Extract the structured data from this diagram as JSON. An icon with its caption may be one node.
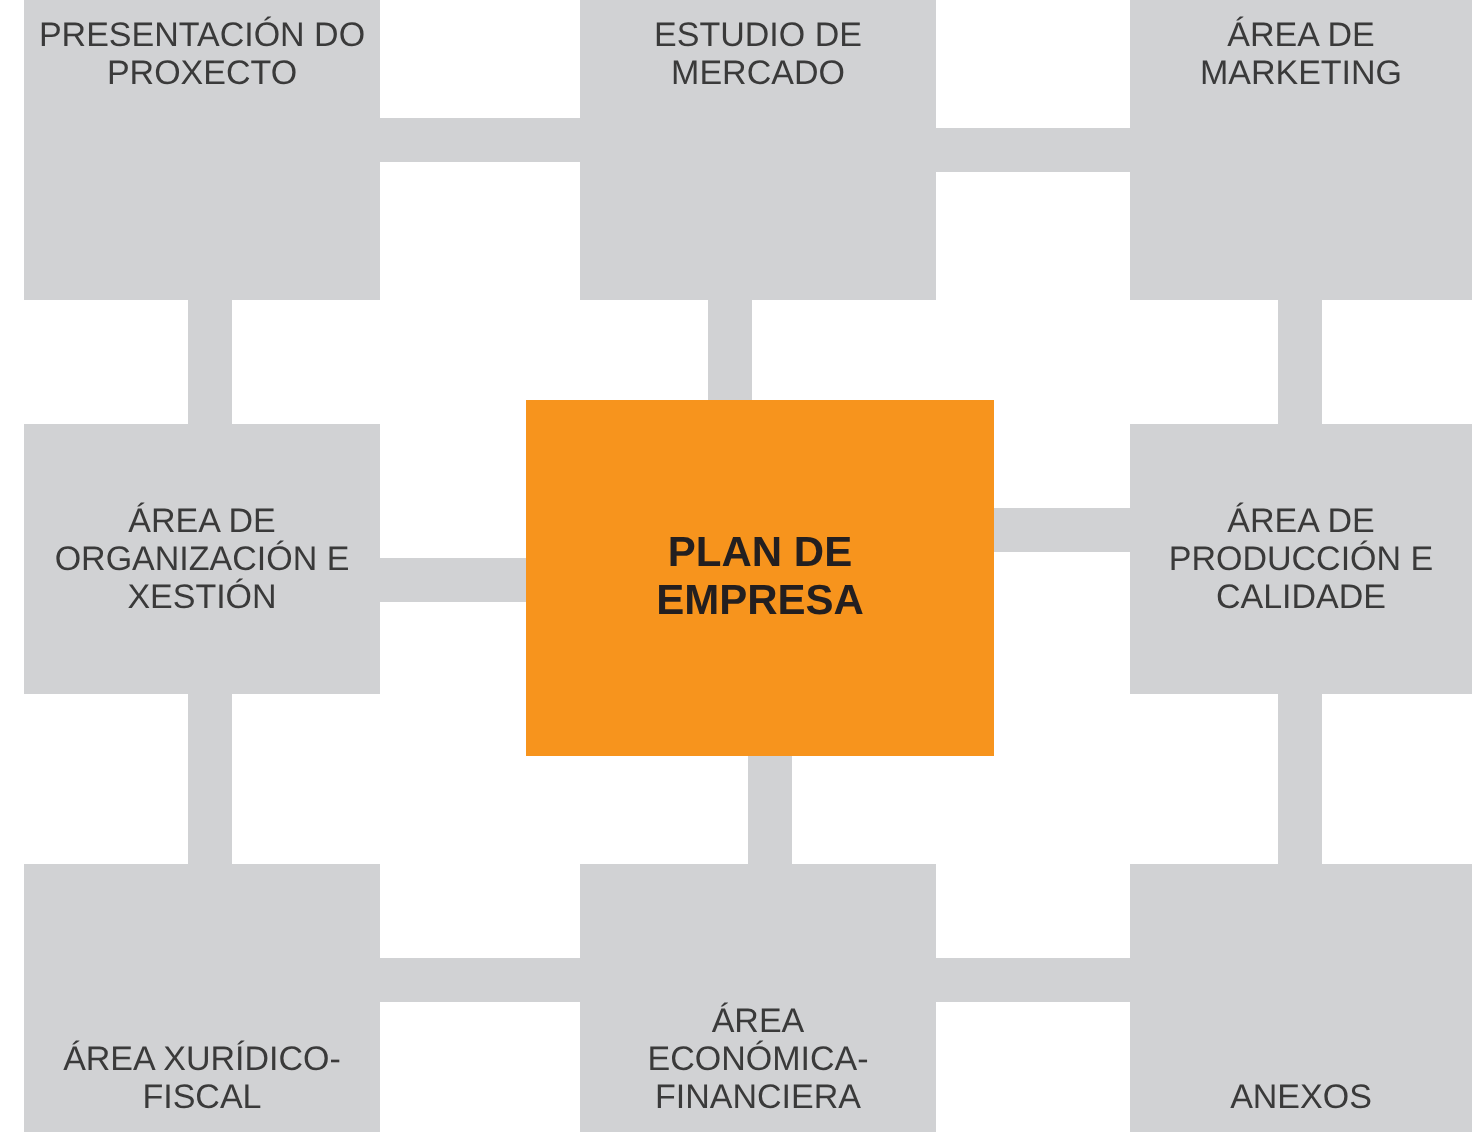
{
  "diagram": {
    "nodes": [
      {
        "text": [
          "PRESENTACIÓN DO PROXECTO"
        ]
      },
      {
        "text": [
          "ESTUDIO DE MERCADO"
        ]
      },
      {
        "text": [
          "ÁREA DE MARKETING"
        ]
      },
      {
        "text": [
          "ÁREA DE ORGANIZACIÓN E XESTIÓN"
        ]
      },
      {
        "text": [
          "PLAN DE EMPRESA"
        ]
      },
      {
        "text": [
          "ÁREA DE PRODUCCIÓN E CALIDADE"
        ]
      },
      {
        "text": [
          "ÁREA XURÍDICO-FISCAL"
        ]
      },
      {
        "text": [
          "ÁREA ECONÓMICA-FINANCIERA"
        ]
      },
      {
        "text": [
          "ANEXOS"
        ]
      }
    ],
    "edges": [
      {
        "from": 0,
        "to": 1,
        "arrow": "none"
      },
      {
        "from": 1,
        "to": 2,
        "arrow": "none"
      },
      {
        "from": 0,
        "to": 3,
        "arrow": "none"
      },
      {
        "from": 1,
        "to": 4,
        "arrow": "none"
      },
      {
        "from": 2,
        "to": 5,
        "arrow": "none"
      },
      {
        "from": 3,
        "to": 4,
        "arrow": "none"
      },
      {
        "from": 4,
        "to": 5,
        "arrow": "none"
      },
      {
        "from": 3,
        "to": 6,
        "arrow": "none"
      },
      {
        "from": 4,
        "to": 7,
        "arrow": "none"
      },
      {
        "from": 5,
        "to": 8,
        "arrow": "none"
      },
      {
        "from": 6,
        "to": 7,
        "arrow": "none"
      },
      {
        "from": 7,
        "to": 8,
        "arrow": "none"
      }
    ]
  }
}
